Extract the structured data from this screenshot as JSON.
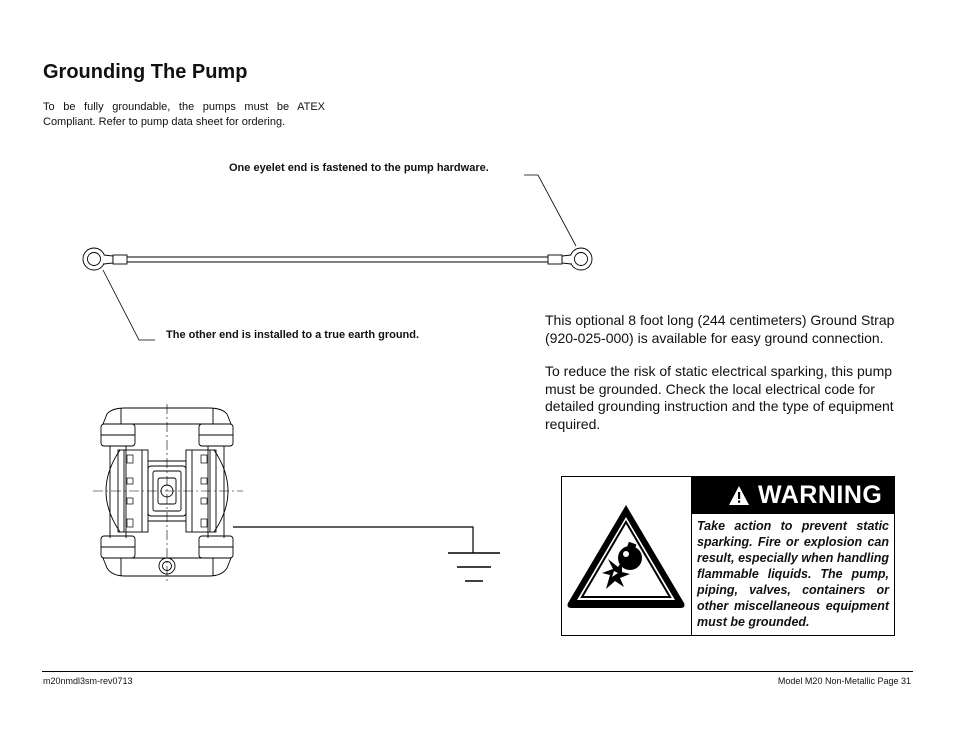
{
  "page": {
    "title": "Grounding The Pump",
    "intro": "To be fully groundable, the pumps must be ATEX Compliant. Refer to pump data sheet for ordering."
  },
  "diagram": {
    "callout_top": "One eyelet end is fastened to the pump hardware.",
    "callout_bottom": "The other end is installed to a true earth ground."
  },
  "description": {
    "strap": "This optional 8 foot long (244 centimeters) Ground Strap (920-025-000) is available for easy ground connection.",
    "grounding": "To reduce the risk of static electrical sparking, this pump must be grounded. Check the local electrical code for detailed grounding instruction and the type of equipment required."
  },
  "warning": {
    "title": "WARNING",
    "text": "Take action to prevent static sparking. Fire or explosion can result, especially when handling flammable liquids. The pump, piping, valves, containers or other miscellaneous equipment must be grounded."
  },
  "footer": {
    "left": "m20nmdl3sm-rev0713",
    "right": "Model M20 Non-Metallic Page 31"
  }
}
